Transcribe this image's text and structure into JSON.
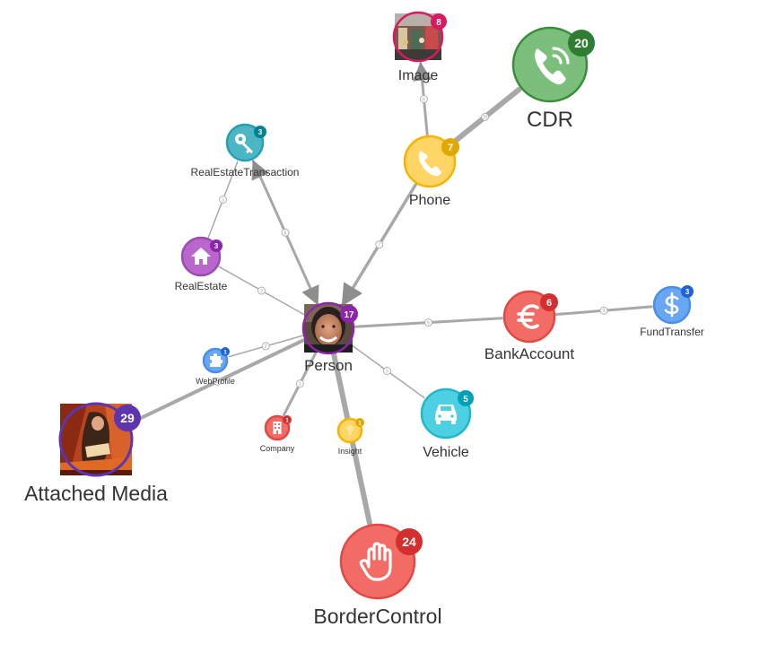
{
  "graph": {
    "center": "person",
    "nodes": [
      {
        "id": "person",
        "label": "Person",
        "badge": "17",
        "badge_color": "#8e24aa",
        "type": "photo",
        "icon": "person-photo-icon"
      },
      {
        "id": "image",
        "label": "Image",
        "badge": "8",
        "badge_color": "#d81b60",
        "type": "photo",
        "icon": "image-photo-icon"
      },
      {
        "id": "cdr",
        "label": "CDR",
        "badge": "20",
        "badge_color": "#2e7d32",
        "color": "#7cbf7c",
        "stroke": "#388e3c",
        "icon": "phone-call-icon"
      },
      {
        "id": "phone",
        "label": "Phone",
        "badge": "7",
        "badge_color": "#e0a800",
        "color": "#ffd666",
        "stroke": "#f4b400",
        "icon": "phone-icon"
      },
      {
        "id": "realestatetransaction",
        "label": "RealEstateTransaction",
        "badge": "3",
        "badge_color": "#00838f",
        "color": "#4db6c4",
        "stroke": "#26a0b0",
        "icon": "key-icon"
      },
      {
        "id": "realestate",
        "label": "RealEstate",
        "badge": "3",
        "badge_color": "#8e24aa",
        "color": "#b967cc",
        "stroke": "#9c4bb5",
        "icon": "house-icon"
      },
      {
        "id": "bankaccount",
        "label": "BankAccount",
        "badge": "6",
        "badge_color": "#d32f2f",
        "color": "#f26b65",
        "stroke": "#e04a44",
        "icon": "euro-icon"
      },
      {
        "id": "fundtransfer",
        "label": "FundTransfer",
        "badge": "3",
        "badge_color": "#1e63d6",
        "color": "#6aa7f2",
        "stroke": "#4a8ee8",
        "icon": "dollar-icon"
      },
      {
        "id": "webprofile",
        "label": "WebProfile",
        "badge": "1",
        "badge_color": "#1e63d6",
        "color": "#6aa7f2",
        "stroke": "#4a8ee8",
        "icon": "puzzle-icon"
      },
      {
        "id": "vehicle",
        "label": "Vehicle",
        "badge": "5",
        "badge_color": "#00a0b8",
        "color": "#4dd0e1",
        "stroke": "#22b8cc",
        "icon": "car-icon"
      },
      {
        "id": "company",
        "label": "Company",
        "badge": "1",
        "badge_color": "#d32f2f",
        "color": "#f26b65",
        "stroke": "#e04a44",
        "icon": "building-icon"
      },
      {
        "id": "insight",
        "label": "Insight",
        "badge": "1",
        "badge_color": "#e0a800",
        "color": "#ffd666",
        "stroke": "#f4b400",
        "icon": "lightbulb-icon"
      },
      {
        "id": "attachedmedia",
        "label": "Attached Media",
        "badge": "29",
        "badge_color": "#5e35b1",
        "type": "photo",
        "icon": "media-photo-icon"
      },
      {
        "id": "bordercontrol",
        "label": "BorderControl",
        "badge": "24",
        "badge_color": "#d32f2f",
        "color": "#f26b65",
        "stroke": "#e04a44",
        "icon": "hand-icon"
      }
    ],
    "edges": [
      {
        "id": "e1",
        "source": "phone",
        "target": "image",
        "count": "6",
        "arrow": true
      },
      {
        "id": "e2",
        "source": "phone",
        "target": "cdr",
        "count": "20"
      },
      {
        "id": "e3",
        "source": "phone",
        "target": "person",
        "count": "7",
        "arrow": true
      },
      {
        "id": "e4",
        "source": "person",
        "target": "realestatetransaction",
        "count": "6",
        "arrow_both": true
      },
      {
        "id": "e5",
        "source": "realestate",
        "target": "realestatetransaction",
        "count": "3"
      },
      {
        "id": "e6",
        "source": "realestate",
        "target": "person",
        "count": "3"
      },
      {
        "id": "e7",
        "source": "person",
        "target": "bankaccount",
        "count": "6"
      },
      {
        "id": "e8",
        "source": "bankaccount",
        "target": "fundtransfer",
        "count": "3"
      },
      {
        "id": "e9",
        "source": "person",
        "target": "webprofile",
        "count": "2"
      },
      {
        "id": "e10",
        "source": "person",
        "target": "attachedmedia",
        "count": "29"
      },
      {
        "id": "e11",
        "source": "person",
        "target": "vehicle",
        "count": "5"
      },
      {
        "id": "e12",
        "source": "person",
        "target": "company",
        "count": "1"
      },
      {
        "id": "e13",
        "source": "person",
        "target": "bordercontrol",
        "count": "24"
      }
    ]
  }
}
